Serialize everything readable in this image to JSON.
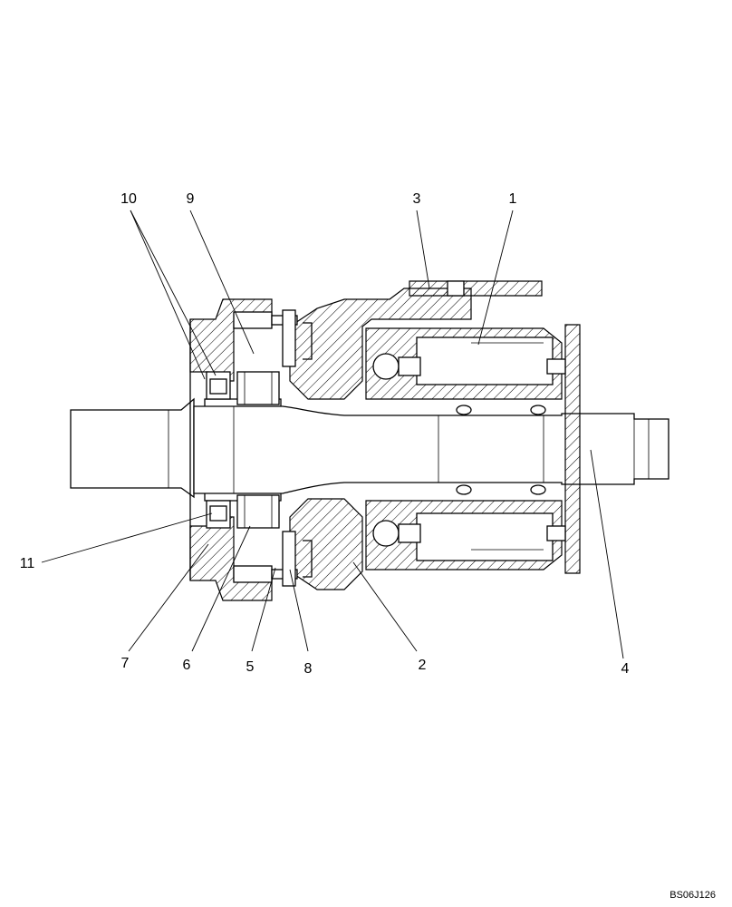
{
  "callouts": [
    {
      "id": "c10",
      "text": "10"
    },
    {
      "id": "c9",
      "text": "9"
    },
    {
      "id": "c3",
      "text": "3"
    },
    {
      "id": "c1",
      "text": "1"
    },
    {
      "id": "c11",
      "text": "11"
    },
    {
      "id": "c7",
      "text": "7"
    },
    {
      "id": "c6",
      "text": "6"
    },
    {
      "id": "c5",
      "text": "5"
    },
    {
      "id": "c8",
      "text": "8"
    },
    {
      "id": "c2",
      "text": "2"
    },
    {
      "id": "c4",
      "text": "4"
    }
  ],
  "figure_code": "BS06J126"
}
